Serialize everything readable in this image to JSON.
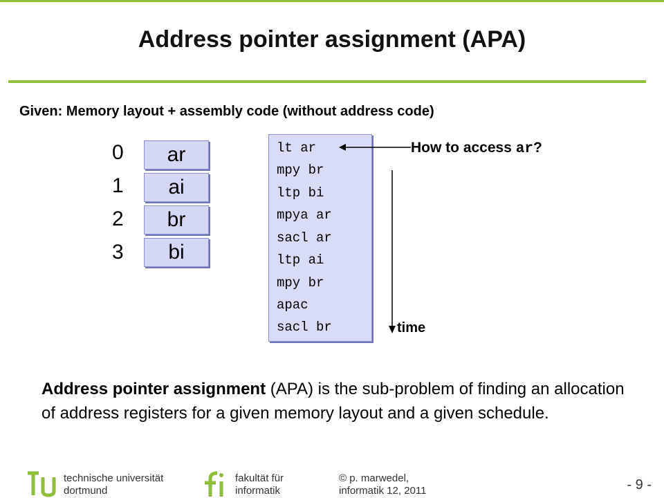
{
  "slide": {
    "title": "Address pointer assignment (APA)",
    "given": "Given: Memory layout + assembly code (without address code)",
    "memory": {
      "indices": [
        "0",
        "1",
        "2",
        "3"
      ],
      "cells": [
        "ar",
        "ai",
        "br",
        "bi"
      ]
    },
    "code_lines": [
      "lt ar",
      "mpy br",
      "ltp bi",
      "mpya ar",
      "sacl ar",
      "ltp ai",
      "mpy br",
      "apac",
      "sacl br"
    ],
    "access_label": "How to access ",
    "access_var": "ar",
    "access_q": "?",
    "time_label": "time",
    "para_bold": "Address pointer assignment",
    "para_rest": " (APA) is the sub-problem of finding an allocation of address registers for a given memory layout and a given schedule."
  },
  "footer": {
    "uni_line1": "technische universität",
    "uni_line2": "dortmund",
    "fak_line1": "fakultät für",
    "fak_line2": "informatik",
    "author_line1": "© p. marwedel,",
    "author_line2": "informatik 12,  2011",
    "page": "- 9 -"
  },
  "colors": {
    "accent": "#8fbf3a",
    "cell_fill": "#d4d8f5",
    "code_fill": "#d9dcf7"
  }
}
